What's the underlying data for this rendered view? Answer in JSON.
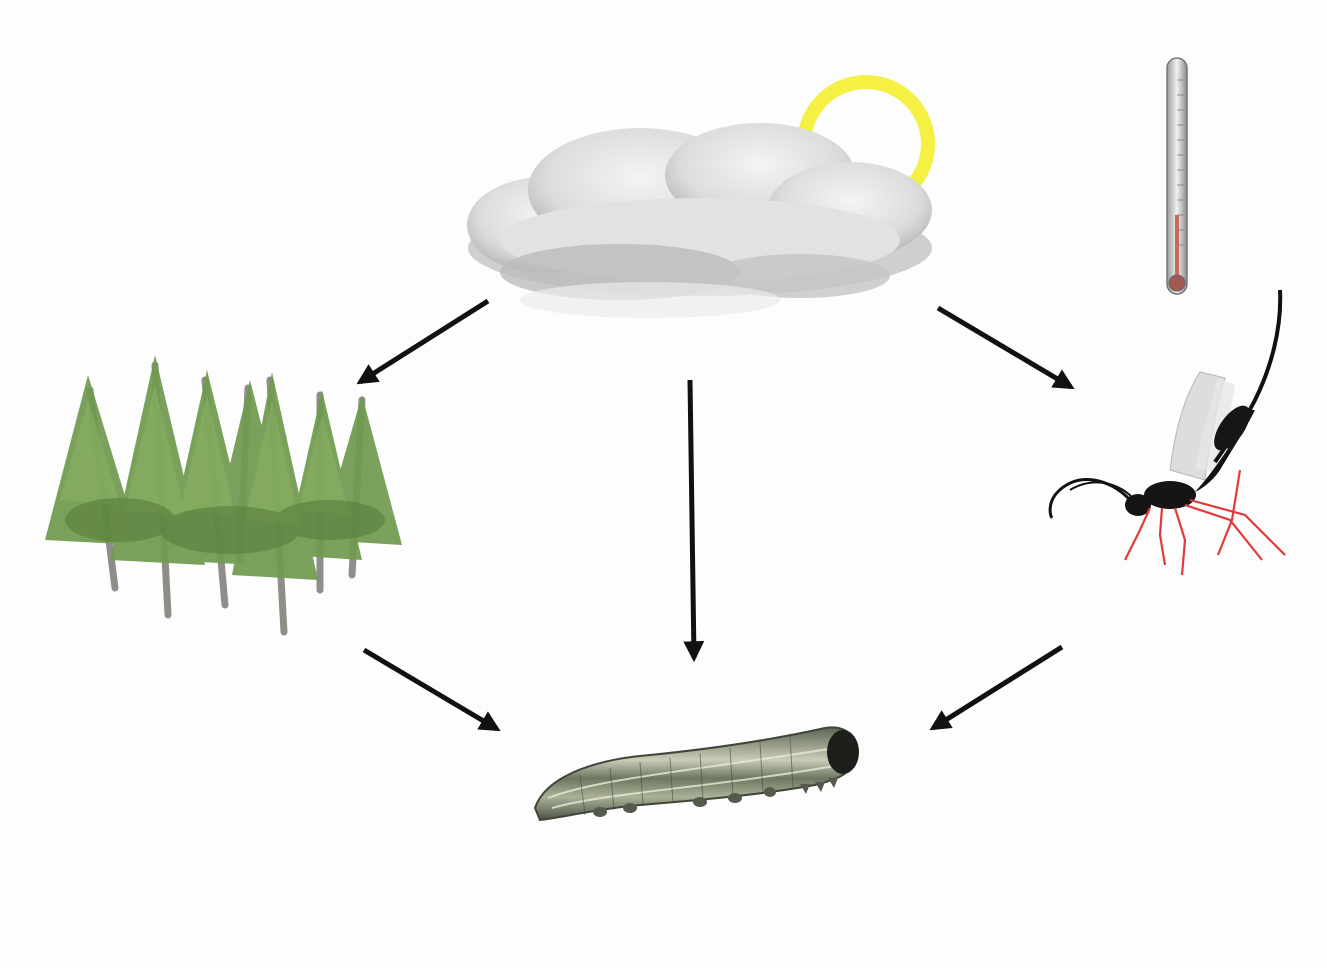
{
  "diagram": {
    "nodes": [
      {
        "id": "weather",
        "icon": "cloud-sun-icon"
      },
      {
        "id": "temperature",
        "icon": "thermometer-icon"
      },
      {
        "id": "forest",
        "icon": "conifer-forest-icon"
      },
      {
        "id": "parasitoid",
        "icon": "parasitoid-wasp-icon"
      },
      {
        "id": "larva",
        "icon": "caterpillar-icon"
      }
    ],
    "edges": [
      {
        "from": "weather",
        "to": "forest"
      },
      {
        "from": "weather",
        "to": "larva"
      },
      {
        "from": "weather",
        "to": "parasitoid"
      },
      {
        "from": "forest",
        "to": "larva"
      },
      {
        "from": "parasitoid",
        "to": "larva"
      }
    ],
    "colors": {
      "arrow": "#111111",
      "sun": "#f3ef3a",
      "cloud": "#d9d9d9",
      "foliage": "#6f9a4e",
      "wasp_body": "#111111",
      "wasp_legs": "#e23a3a",
      "larva": "#8d9678"
    }
  }
}
